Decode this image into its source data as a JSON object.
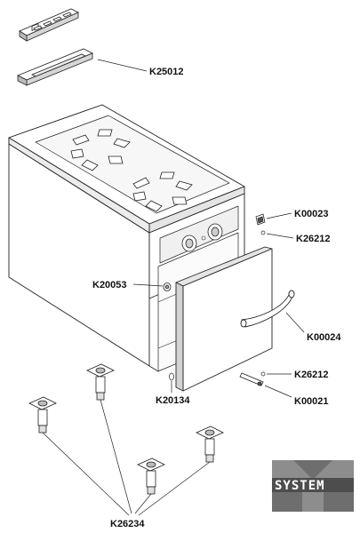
{
  "labels": {
    "k25012": "K25012",
    "k00023": "K00023",
    "k26212_top": "K26212",
    "k20053": "K20053",
    "k00024": "K00024",
    "k26212_bottom": "K26212",
    "k20134": "K20134",
    "k00021": "K00021",
    "k26234": "K26234"
  },
  "logo": {
    "text": "SYSTEM"
  },
  "colors": {
    "line": "#222222",
    "shade": "#dcdcdc",
    "shade_dark": "#b9b9b9",
    "logo_bg": "#6e6e6e"
  }
}
